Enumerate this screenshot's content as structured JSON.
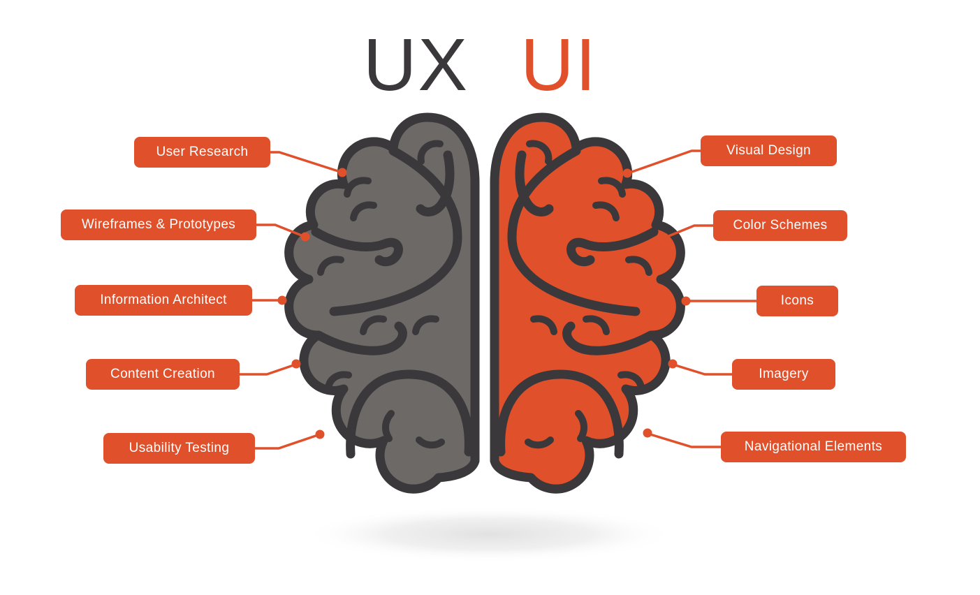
{
  "title": {
    "ux": "UX",
    "ui": "UI"
  },
  "ux_side": {
    "name": "UX",
    "items": [
      "User Research",
      "Wireframes & Prototypes",
      "Information Architect",
      "Content Creation",
      "Usability Testing"
    ]
  },
  "ui_side": {
    "name": "UI",
    "items": [
      "Visual Design",
      "Color Schemes",
      "Icons",
      "Imagery",
      "Navigational Elements"
    ]
  },
  "colors": {
    "orange": "#E0502B",
    "dark": "#3A383B",
    "brain_gray": "#6D6967",
    "background": "#FFFFFF",
    "shadow": "#E2E2E2"
  }
}
